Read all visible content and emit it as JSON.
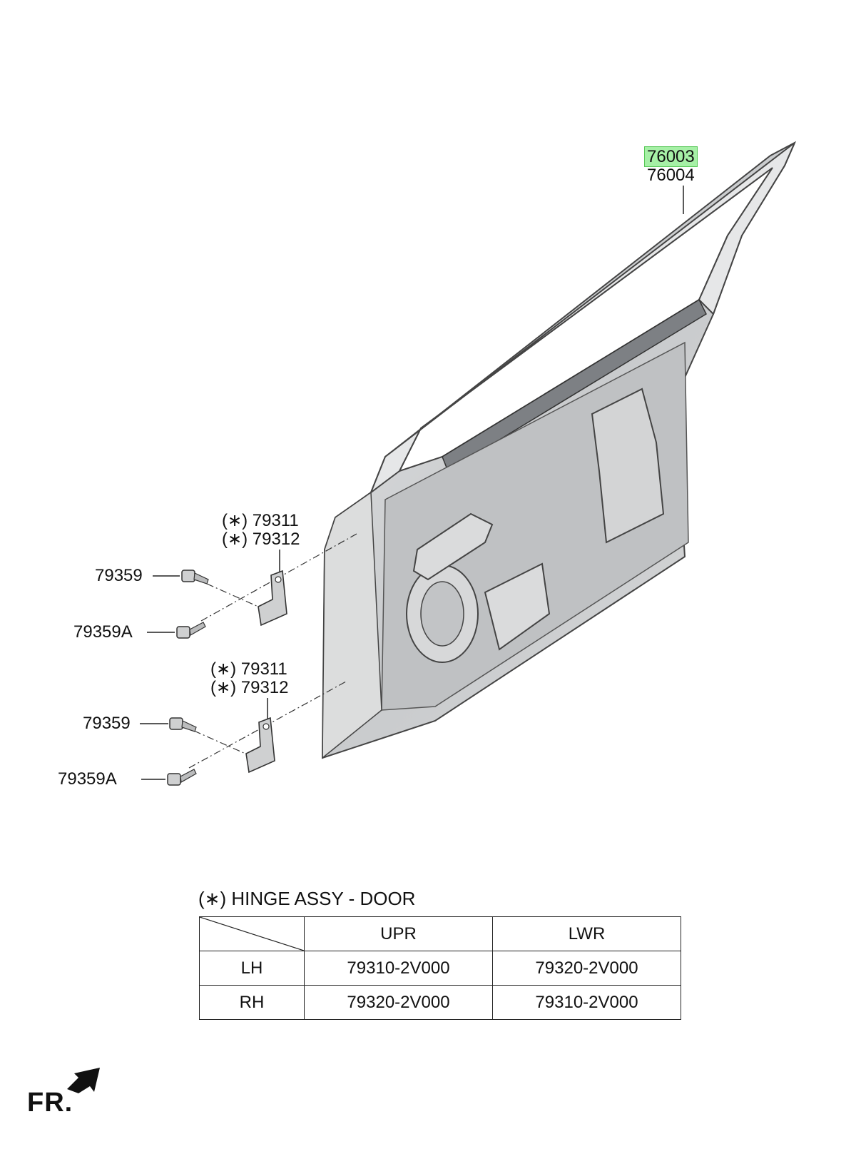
{
  "callouts": {
    "door_upper": "76003",
    "door_lower": "76004",
    "upper_hinge_a": "(∗) 79311",
    "upper_hinge_b": "(∗) 79312",
    "upper_bolt": "79359",
    "upper_bolt_a": "79359A",
    "lower_hinge_a": "(∗) 79311",
    "lower_hinge_b": "(∗) 79312",
    "lower_bolt": "79359",
    "lower_bolt_a": "79359A"
  },
  "hinge_table": {
    "title": "(∗) HINGE ASSY - DOOR",
    "columns": [
      "UPR",
      "LWR"
    ],
    "rows": [
      {
        "side": "LH",
        "upr": "79310-2V000",
        "lwr": "79320-2V000"
      },
      {
        "side": "RH",
        "upr": "79320-2V000",
        "lwr": "79310-2V000"
      }
    ]
  },
  "direction_label": "FR.",
  "colors": {
    "highlight": "#a6f0a6",
    "panel": "#cfd1d3",
    "frame": "#e4e5e6",
    "outline": "#333333"
  }
}
